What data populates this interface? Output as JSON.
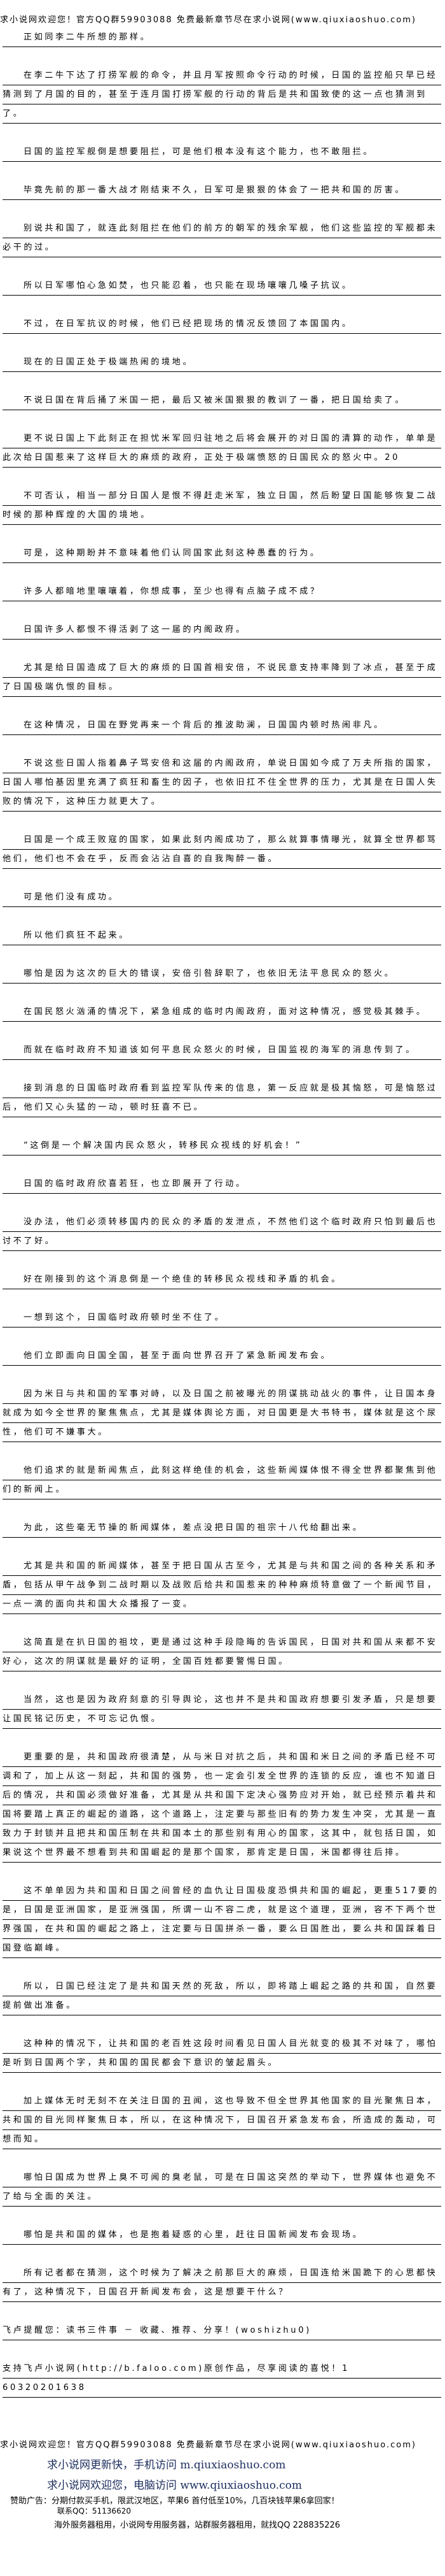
{
  "header": "求小说网欢迎您！官方QQ群59903088 免费最新章节尽在求小说网(www.qiuxiaoshuo.com)",
  "paragraphs": [
    "正如同李二牛所想的那样。",
    "在李二牛下达了打捞军舰的命令，并且月军按照命令行动的时候，日国的监控船只早已经猜测到了月国的目的，甚至于连月国打捞军舰的行动的背后是共和国致使的这一点也猜测到了。",
    "日国的监控军舰倒是想要阻拦，可是他们根本没有这个能力，也不敢阻拦。",
    "毕竟先前的那一番大战才刚结束不久，日军可是狠狠的体会了一把共和国的厉害。",
    "别说共和国了，就连此刻阻拦在他们的前方的朝军的残余军舰，他们这些监控的军舰都未必干的过。",
    "所以日军哪怕心急如焚，也只能忍着，也只能在现场嚷嚷几嗓子抗议。",
    "不过，在日军抗议的时候，他们已经把现场的情况反馈回了本国国内。",
    "现在的日国正处于极端热闹的境地。",
    "不说日国在背后捅了米国一把，最后又被米国狠狠的教训了一番，把日国给卖了。",
    "更不说日国上下此刻正在担忧米军回归驻地之后将会展开的对日国的清算的动作，单单是此次给日国惹来了这样巨大的麻烦的政府，正处于极端愤怒的日国民众的怒火中。20",
    "不可否认，相当一部分日国人是恨不得赶走米军，独立日国，然后盼望日国能够恢复二战时候的那种辉煌的大国的境地。",
    "可是，这种期盼并不意味着他们认同国家此刻这种愚蠢的行为。",
    "许多人都暗地里嚷嚷着，你想成事，至少也得有点脑子成不成？",
    "日国许多人都恨不得活剥了这一届的内阁政府。",
    "尤其是给日国造成了巨大的麻烦的日国首相安倍，不说民意支持率降到了冰点，甚至于成了日国极端仇恨的目标。",
    "在这种情况，日国在野党再来一个背后的推波助澜，日国国内顿时热闹非凡。",
    "不说这些日国人指着鼻子骂安倍和这届的内阁政府，单说日国如今成了万夫所指的国家，日国人哪怕基因里充满了疯狂和畜生的因子，也依旧扛不住全世界的压力，尤其是在日国人失败的情况下，这种压力就更大了。",
    "日国是一个成王败寇的国家，如果此刻内阁成功了，那么就算事情曝光，就算全世界都骂他们，他们也不会在乎，反而会沾沾自喜的自我陶醉一番。",
    "可是他们没有成功。",
    "所以他们疯狂不起来。",
    "哪怕是因为这次的巨大的错误，安倍引咎辞职了，也依旧无法平息民众的怒火。",
    "在国民怒火汹涌的情况下，紧急组成的临时内阁政府，面对这种情况，感觉极其棘手。",
    "而就在临时政府不知道该如何平息民众怒火的时候，日国监视的海军的消息传到了。",
    "接到消息的日国临时政府看到监控军队传来的信息，第一反应就是极其恼怒，可是恼怒过后，他们又心头猛的一动，顿时狂喜不已。",
    "“这倒是一个解决国内民众怒火，转移民众视线的好机会！”",
    "日国的临时政府欣喜若狂，也立即展开了行动。",
    "没办法，他们必须转移国内的民众的矛盾的发泄点，不然他们这个临时政府只怕到最后也讨不了好。",
    "好在刚接到的这个消息倒是一个绝佳的转移民众视线和矛盾的机会。",
    "一想到这个，日国临时政府顿时坐不住了。",
    "他们立即面向日国全国，甚至于面向世界召开了紧急新闻发布会。",
    "因为米日与共和国的军事对峙，以及日国之前被曝光的阴谋挑动战火的事件，让日国本身就成为如今全世界的聚焦焦点，尤其是媒体舆论方面，对日国更是大书特书，媒体就是这个尿性，他们可不嫌事大。",
    "他们追求的就是新闻焦点，此刻这样绝佳的机会，这些新闻媒体恨不得全世界都聚焦到他们的新闻上。",
    "为此，这些毫无节操的新闻媒体，差点没把日国的祖宗十八代给翻出来。",
    "尤其是共和国的新闻媒体，甚至于把日国从古至今，尤其是与共和国之间的各种关系和矛盾，包括从甲午战争到二战时期以及战败后给共和国惹来的种种麻烦特意做了一个新闻节目，一点一滴的面向共和国大众播报了一变。",
    "这简直是在扒日国的祖坟，更是通过这种手段隐晦的告诉国民，日国对共和国从来都不安好心，这次的阴谋就是最好的证明，全国百姓都要警惕日国。",
    "当然，这也是因为政府刻意的引导舆论，这也并不是共和国政府想要引发矛盾，只是想要让国民铭记历史，不可忘记仇恨。",
    "更重要的是，共和国政府很清楚，从与米日对抗之后，共和国和米日之间的矛盾已经不可调和了，加上从这一刻起，共和国的强势，也一定会引发全世界的连锁的反应，谁也不知道日后的情况，共和国必须做好准备，尤其是从共和国下定决心强势应对开始，就已经预示着共和国将要踏上真正的崛起的道路，这个道路上，注定要与那些旧有的势力发生冲突，尤其是一直致力于封锁并且把共和国压制在共和国本土的那些别有用心的国家，这其中，就包括日国，如果说这个世界最不想看到共和国崛起的是那个国家，那肯定是日国，米国都得往后排。",
    "这不单单因为共和国和日国之间曾经的血仇让日国极度恐惧共和国的崛起，更重517要的是，日国是亚洲国家，是亚洲强国，所谓一山不容二虎，就是这个道理，亚洲，容不下两个世界强国，在共和国的崛起之路上，注定要与日国拼杀一番，要么日国胜出，要么共和国踩着日国登临巅峰。",
    "所以，日国已经注定了是共和国天然的死敌，所以，即将踏上崛起之路的共和国，自然要提前做出准备。",
    "这种种的情况下，让共和国的老百姓这段时间看见日国人目光就变的极其不对味了，哪怕是听到日国两个字，共和国的国民都会下意识的皱起眉头。",
    "加上媒体无时无刻不在关注日国的丑闻，这也导致不但全世界其他国家的目光聚焦日本，共和国的目光同样聚焦日本，所以，在这种情况下，日国召开紧急发布会，所造成的轰动，可想而知。",
    "哪怕日国成为世界上臭不可闻的臭老鼠，可是在日国这突然的举动下，世界媒体也避免不了给与全面的关注。",
    "哪怕是共和国的媒体，也是抱着疑惑的心里，赶往日国新闻发布会现场。",
    "所有记者都在猜测，这个时候为了解决之前那巨大的麻烦，日国连给米国跪下的心思都快有了，这种情况下，日国召开新闻发布会，这是想要干什么？"
  ],
  "notes": {
    "reminder": "飞卢提醒您：读书三件事 － 收藏、推荐、分享！(woshizhu0)",
    "support": "支持飞卢小说网(http://b.faloo.com)原创作品，尽享阅读的喜悦！1",
    "code": "60320201638"
  },
  "footer": {
    "header": "求小说网欢迎您！官方QQ群59903088 免费最新章节尽在求小说网(www.qiuxiaoshuo.com)",
    "mobile": "求小说网更新快，手机访问 m.qiuxiaoshuo.com",
    "pc": "求小说网欢迎您，电脑访问 www.qiuxiaoshuo.com",
    "sponsor": "赞助广告：分期付款买手机，限武汉地区，苹果6 首付低至10%，几百块钱苹果6拿回家！",
    "sponsor_qq": "联系QQ：51136620",
    "server_ad": "海外服务器租用，小说网专用服务器，站群服务器租用，就找QQ 228835226"
  }
}
